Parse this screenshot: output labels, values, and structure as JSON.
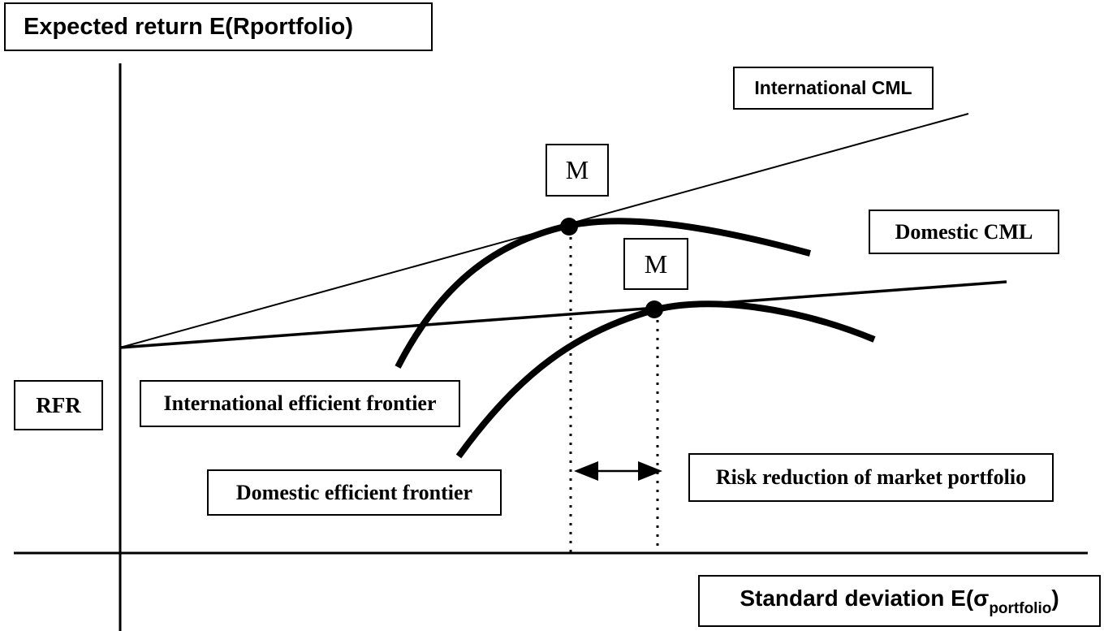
{
  "diagram": {
    "title": "Expected return E(Rportfolio)",
    "x_axis_label": {
      "main": "Standard deviation E(σ",
      "subscript": "portfolio",
      "close": ")"
    },
    "boxes": {
      "international_cml": "International CML",
      "domestic_cml": "Domestic CML",
      "rfr": "RFR",
      "international_frontier": "International efficient frontier",
      "domestic_frontier": "Domestic efficient frontier",
      "risk_reduction": "Risk reduction of market portfolio",
      "market_point_international": "M",
      "market_point_domestic": "M"
    },
    "colors": {
      "line": "#000000",
      "background": "#ffffff"
    }
  }
}
